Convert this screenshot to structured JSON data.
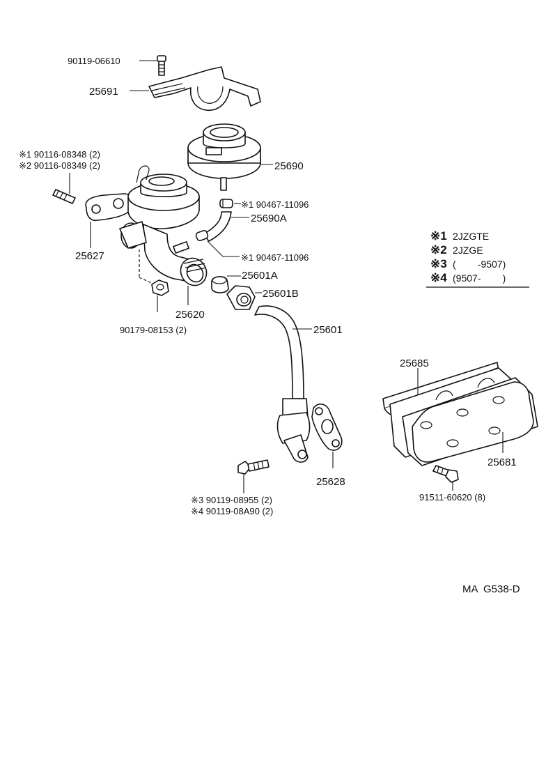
{
  "labels": {
    "bolt_top": "90119-06610",
    "bracket": "25691",
    "stud_1": "※1 90116-08348 (2)",
    "stud_2": "※2 90116-08349 (2)",
    "egr_modulator": "25690",
    "clamp_upper": "※1 90467-11096",
    "hose": "25690A",
    "clamp_lower": "※1 90467-11096",
    "gasket_valve": "25627",
    "egr_valve": "25620",
    "plug": "25601A",
    "union_nut": "25601B",
    "pipe": "25601",
    "nut": "90179-08153 (2)",
    "gasket_cover": "25685",
    "cover": "25681",
    "bolt_cover": "91511-60620 (8)",
    "gasket_pipe": "25628",
    "bolt_3": "※3 90119-08955 (2)",
    "bolt_4": "※4 90119-08A90 (2)",
    "ref_code": "MA  G538-D"
  },
  "legend": [
    {
      "mark": "※1",
      "text": "2JZGTE"
    },
    {
      "mark": "※2",
      "text": "2JZGE"
    },
    {
      "mark": "※3",
      "text": "(        -9507)"
    },
    {
      "mark": "※4",
      "text": "(9507-        )"
    }
  ]
}
